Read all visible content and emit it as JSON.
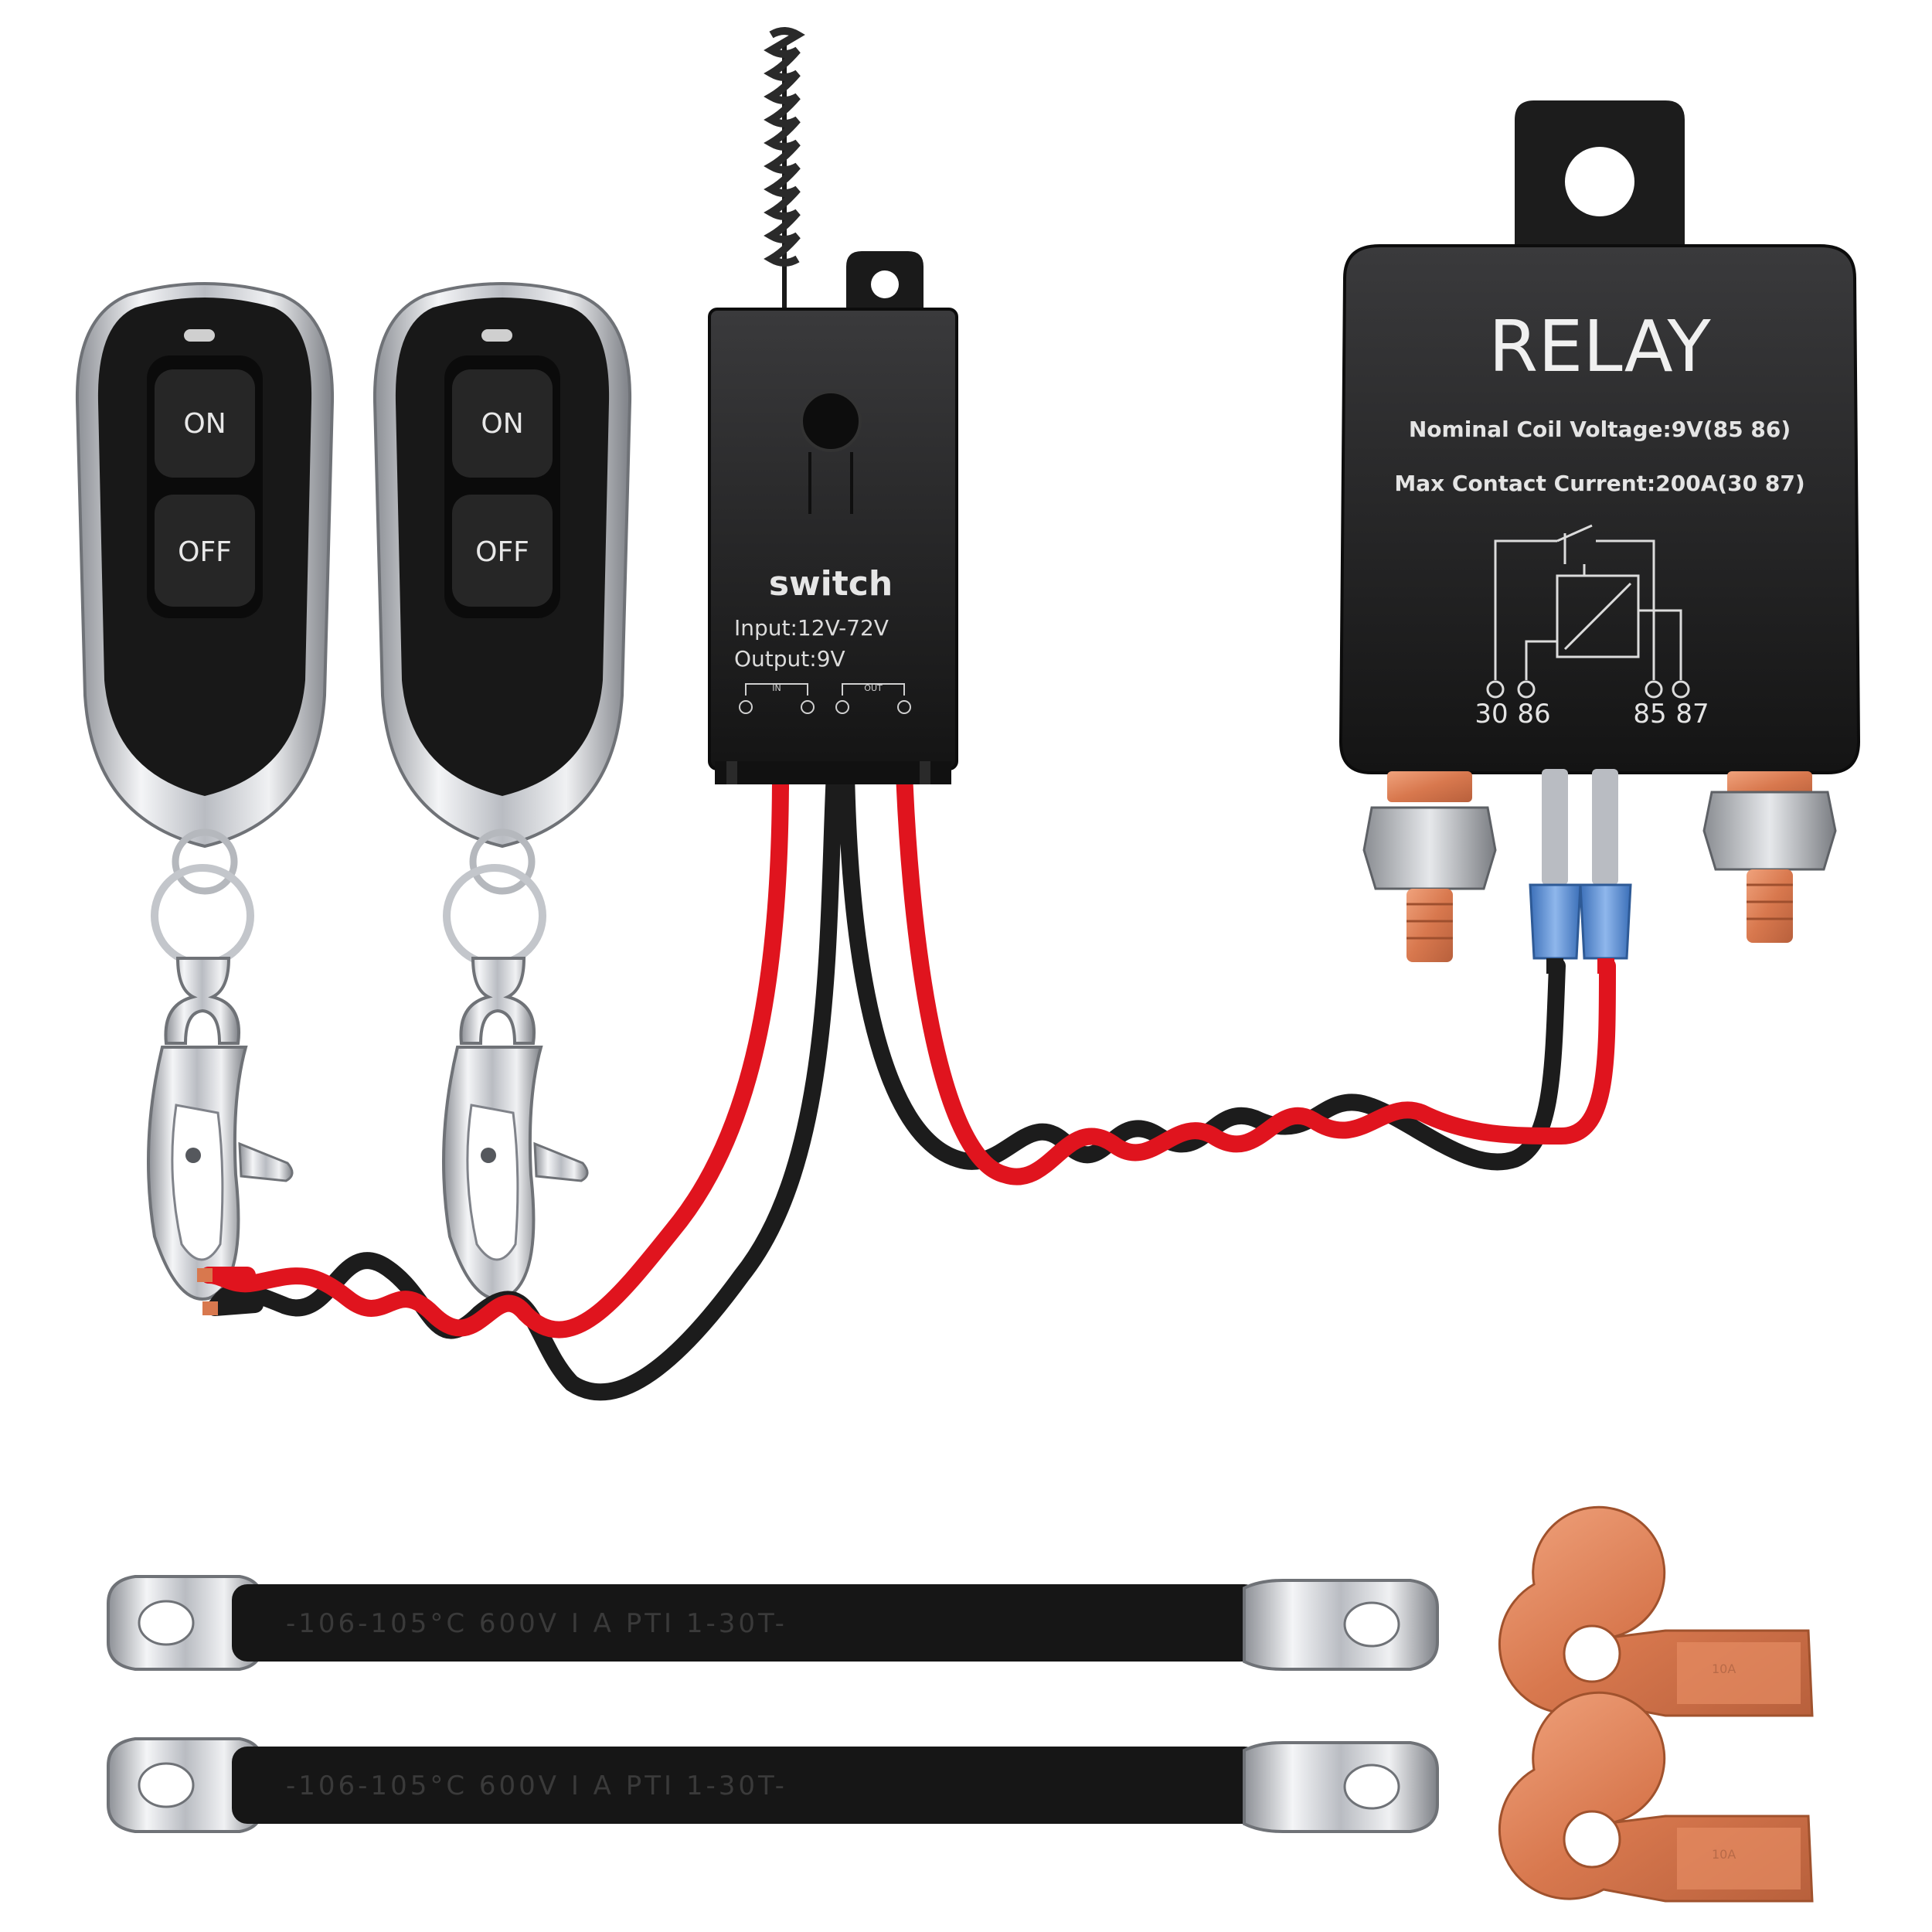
{
  "remotes": [
    {
      "on_label": "ON",
      "off_label": "OFF"
    },
    {
      "on_label": "ON",
      "off_label": "OFF"
    }
  ],
  "switch_module": {
    "title": "switch",
    "input": "Input:12V-72V",
    "output": "Output:9V",
    "in_marker": "IN",
    "out_marker": "OUT"
  },
  "relay": {
    "title": "RELAY",
    "coil_voltage": "Nominal Coil Voltage:9V(85 86)",
    "contact_current": "Max Contact Current:200A(30 87)",
    "pins": [
      "30",
      "86",
      "85",
      "87"
    ]
  },
  "cables": [
    {
      "print": "-106-105°C 600V I A PTI 1-30T-"
    },
    {
      "print": "-106-105°C 600V I A PTI 1-30T-"
    }
  ],
  "lugs": [
    {
      "marking": "10A"
    },
    {
      "marking": "10A"
    }
  ],
  "colors": {
    "background": "#ffffff",
    "wire_red": "#e0141e",
    "wire_black": "#1c1c1c",
    "device_body": "#1e1e1e",
    "chrome": "#c9ccd0",
    "copper": "#d8784e",
    "terminal_blue": "#5a8fd6"
  }
}
